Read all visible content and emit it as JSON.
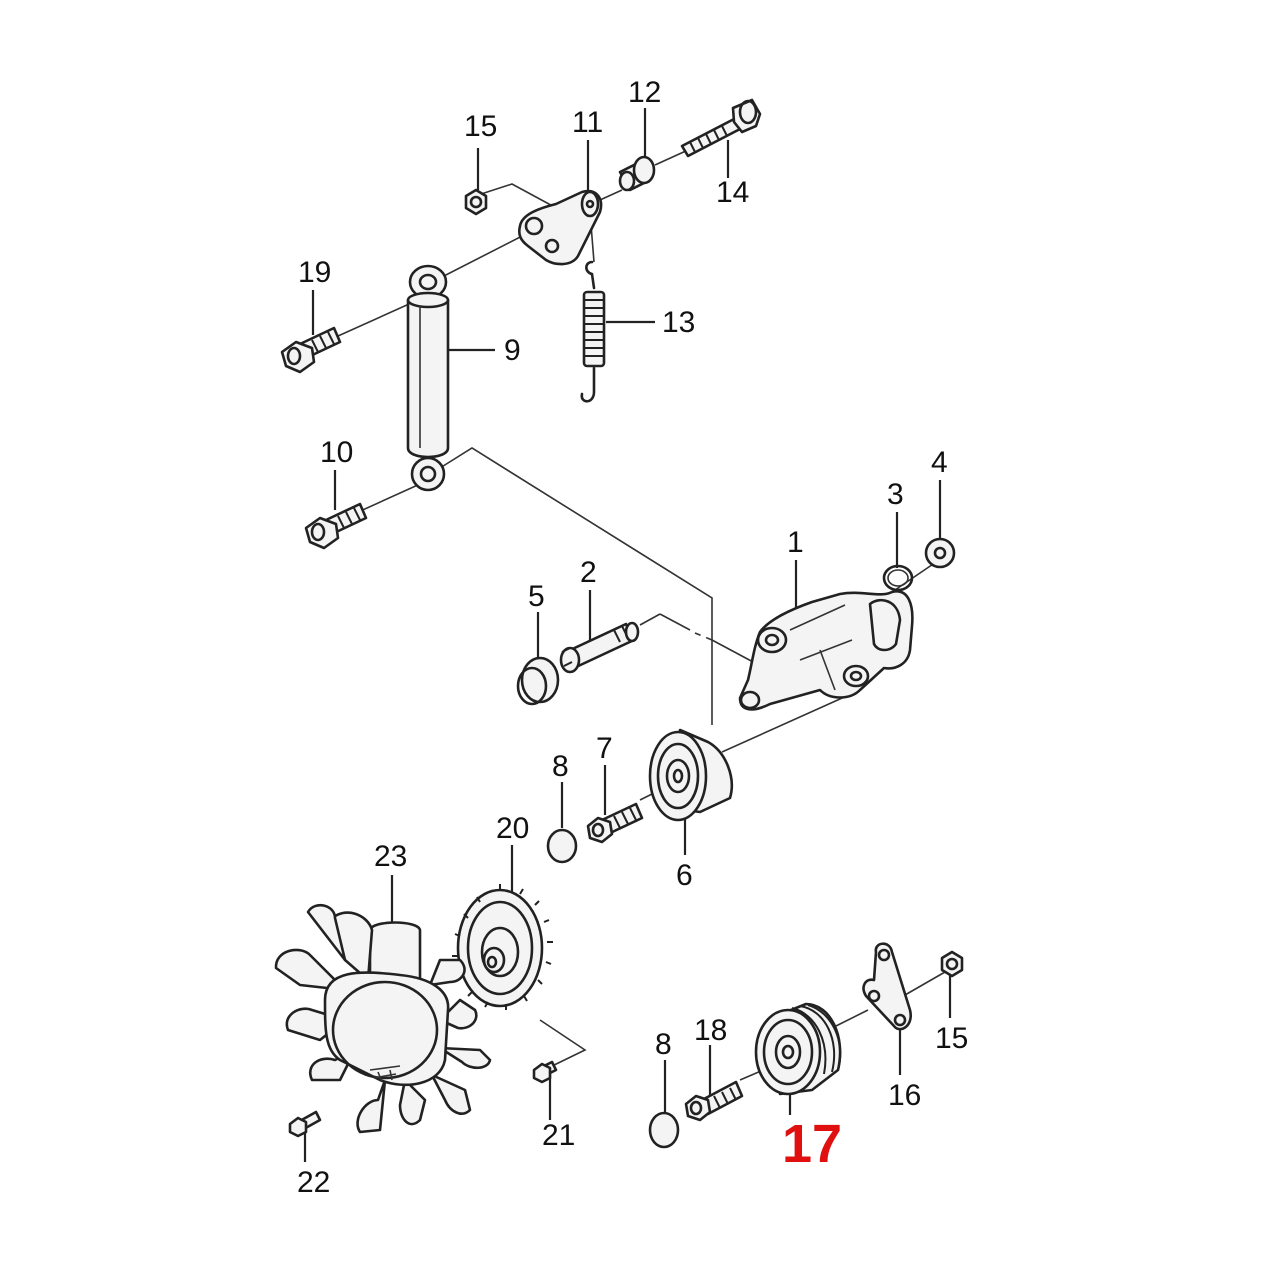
{
  "callouts": [
    {
      "id": "c1",
      "text": "1"
    },
    {
      "id": "c2",
      "text": "2"
    },
    {
      "id": "c3",
      "text": "3"
    },
    {
      "id": "c4",
      "text": "4"
    },
    {
      "id": "c5",
      "text": "5"
    },
    {
      "id": "c6",
      "text": "6"
    },
    {
      "id": "c7",
      "text": "7"
    },
    {
      "id": "c8a",
      "text": "8"
    },
    {
      "id": "c8b",
      "text": "8"
    },
    {
      "id": "c9",
      "text": "9"
    },
    {
      "id": "c10",
      "text": "10"
    },
    {
      "id": "c11",
      "text": "11"
    },
    {
      "id": "c12",
      "text": "12"
    },
    {
      "id": "c13",
      "text": "13"
    },
    {
      "id": "c14",
      "text": "14"
    },
    {
      "id": "c15a",
      "text": "15"
    },
    {
      "id": "c15b",
      "text": "15"
    },
    {
      "id": "c16",
      "text": "16"
    },
    {
      "id": "c17",
      "text": "17",
      "highlighted": true
    },
    {
      "id": "c18",
      "text": "18"
    },
    {
      "id": "c19",
      "text": "19"
    },
    {
      "id": "c20",
      "text": "20"
    },
    {
      "id": "c21",
      "text": "21"
    },
    {
      "id": "c22",
      "text": "22"
    },
    {
      "id": "c23",
      "text": "23"
    }
  ],
  "colors": {
    "line": "#222222",
    "label": "#111111",
    "highlight": "#e01010",
    "background": "#ffffff"
  }
}
